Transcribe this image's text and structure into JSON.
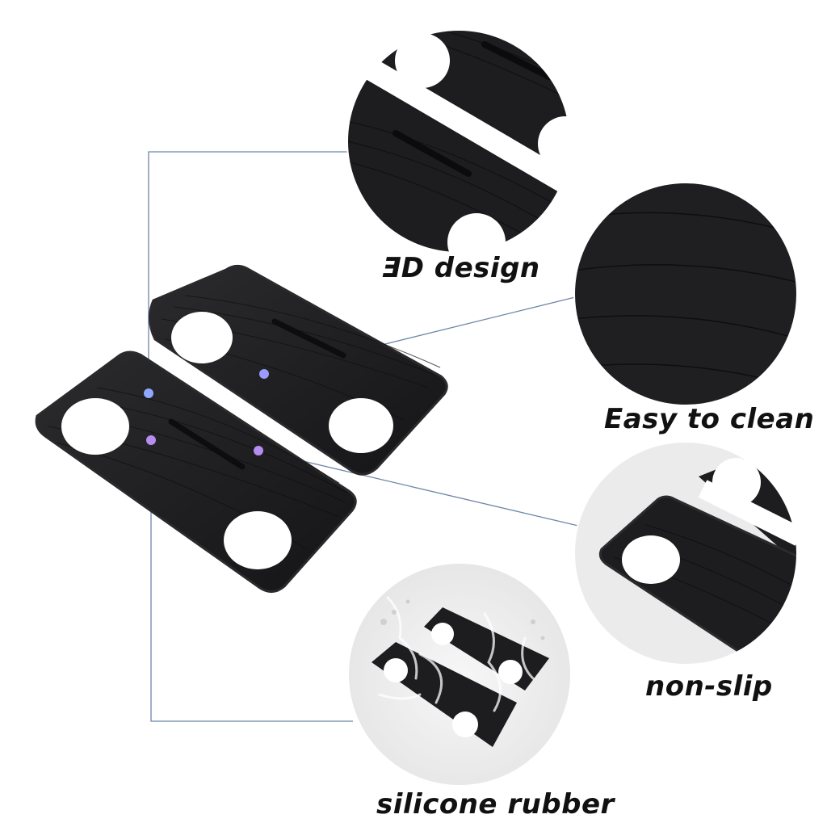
{
  "captions": {
    "design": "ƎD design",
    "clean": "Easy to clean",
    "nonslip": "non-slip",
    "material": "silicone rubber"
  },
  "colors": {
    "mat": "#1c1c1e",
    "mat_edge": "#2a2a2c",
    "groove": "#0d0d0f",
    "leader_line": "#6f86a8",
    "dot_blue": "#8fa9ff",
    "dot_purple": "#b58cf0",
    "splash_bg": "#e8e8e8"
  },
  "icons": {
    "callout_dot": "dot-icon"
  }
}
